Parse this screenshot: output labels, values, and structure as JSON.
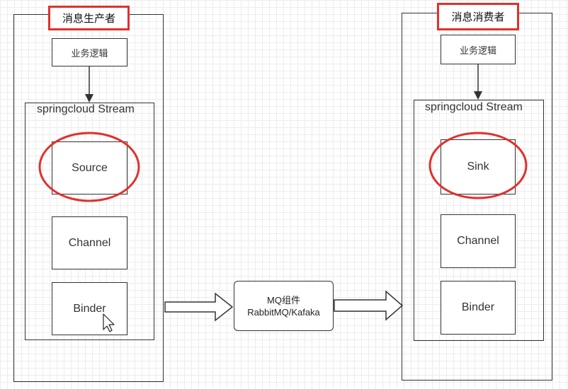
{
  "producer": {
    "title": "消息生产者",
    "logic": "业务逻辑",
    "stream": "springcloud Stream",
    "source": "Source",
    "channel": "Channel",
    "binder": "Binder"
  },
  "consumer": {
    "title": "消息消费者",
    "logic": "业务逻辑",
    "stream": "springcloud Stream",
    "sink": "Sink",
    "channel": "Channel",
    "binder": "Binder"
  },
  "middleware": {
    "line1": "MQ组件",
    "line2": "RabbitMQ/Kafaka"
  },
  "colors": {
    "highlight": "#e0312c",
    "stroke": "#333333"
  }
}
